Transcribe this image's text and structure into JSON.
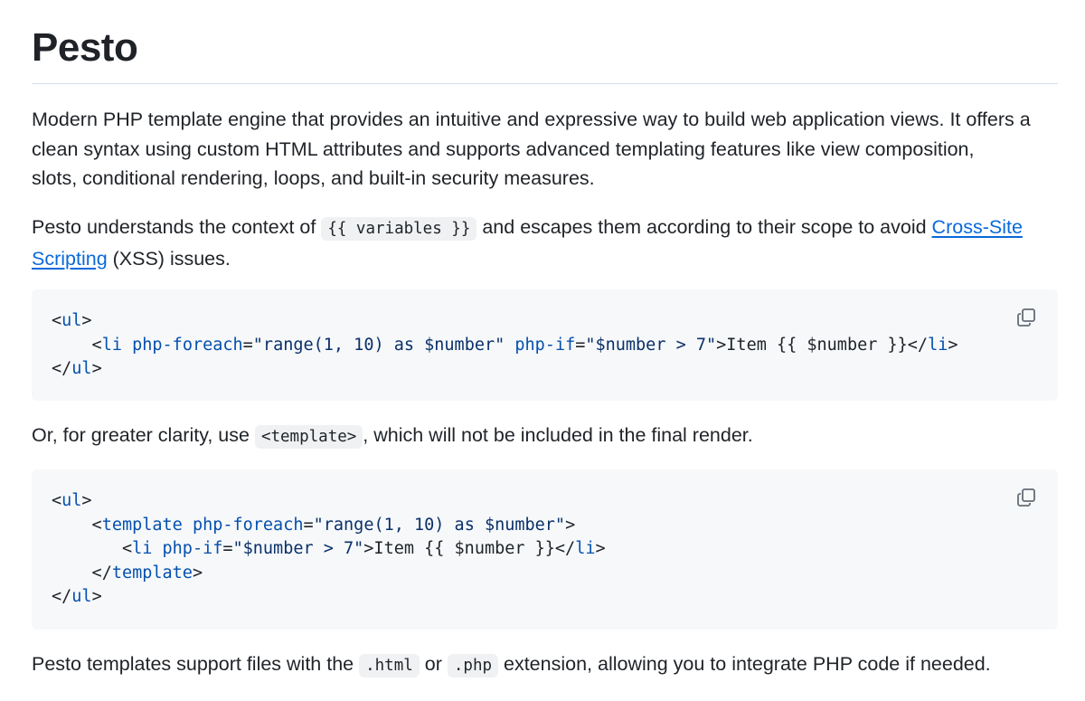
{
  "heading": "Pesto",
  "intro": {
    "line1": "Modern PHP template engine that provides an intuitive and expressive way to build web application views. It offers a",
    "line2": "clean syntax using custom HTML attributes and supports advanced templating features like view composition,",
    "line3": "slots, conditional rendering, loops, and built-in security measures."
  },
  "context": {
    "before": "Pesto understands the context of ",
    "code": "{{ variables }}",
    "middle": " and escapes them according to their scope to avoid ",
    "link_part1": "Cross-Site",
    "link_part2": "Scripting",
    "after": " (XSS) issues."
  },
  "code1": {
    "lines": [
      [
        {
          "t": "<",
          "c": "pun"
        },
        {
          "t": "ul",
          "c": "tag"
        },
        {
          "t": ">",
          "c": "pun"
        }
      ],
      [
        {
          "t": "    <",
          "c": "pun"
        },
        {
          "t": "li",
          "c": "tag"
        },
        {
          "t": " ",
          "c": "pun"
        },
        {
          "t": "php-foreach",
          "c": "attr"
        },
        {
          "t": "=",
          "c": "pun"
        },
        {
          "t": "\"range(1, 10) as $number\"",
          "c": "str"
        },
        {
          "t": " ",
          "c": "pun"
        },
        {
          "t": "php-if",
          "c": "attr"
        },
        {
          "t": "=",
          "c": "pun"
        },
        {
          "t": "\"$number > 7\"",
          "c": "str"
        },
        {
          "t": ">Item {{ $number }}</",
          "c": "pun"
        },
        {
          "t": "li",
          "c": "tag"
        },
        {
          "t": ">",
          "c": "pun"
        }
      ],
      [
        {
          "t": "</",
          "c": "pun"
        },
        {
          "t": "ul",
          "c": "tag"
        },
        {
          "t": ">",
          "c": "pun"
        }
      ]
    ]
  },
  "clarity": {
    "before": "Or, for greater clarity, use ",
    "code": "<template>",
    "after": ", which will not be included in the final render."
  },
  "code2": {
    "lines": [
      [
        {
          "t": "<",
          "c": "pun"
        },
        {
          "t": "ul",
          "c": "tag"
        },
        {
          "t": ">",
          "c": "pun"
        }
      ],
      [
        {
          "t": "    <",
          "c": "pun"
        },
        {
          "t": "template",
          "c": "tag"
        },
        {
          "t": " ",
          "c": "pun"
        },
        {
          "t": "php-foreach",
          "c": "attr"
        },
        {
          "t": "=",
          "c": "pun"
        },
        {
          "t": "\"range(1, 10) as $number\"",
          "c": "str"
        },
        {
          "t": ">",
          "c": "pun"
        }
      ],
      [
        {
          "t": "       <",
          "c": "pun"
        },
        {
          "t": "li",
          "c": "tag"
        },
        {
          "t": " ",
          "c": "pun"
        },
        {
          "t": "php-if",
          "c": "attr"
        },
        {
          "t": "=",
          "c": "pun"
        },
        {
          "t": "\"$number > 7\"",
          "c": "str"
        },
        {
          "t": ">Item {{ $number }}</",
          "c": "pun"
        },
        {
          "t": "li",
          "c": "tag"
        },
        {
          "t": ">",
          "c": "pun"
        }
      ],
      [
        {
          "t": "    </",
          "c": "pun"
        },
        {
          "t": "template",
          "c": "tag"
        },
        {
          "t": ">",
          "c": "pun"
        }
      ],
      [
        {
          "t": "</",
          "c": "pun"
        },
        {
          "t": "ul",
          "c": "tag"
        },
        {
          "t": ">",
          "c": "pun"
        }
      ]
    ]
  },
  "extensions": {
    "before": "Pesto templates support files with the ",
    "code1": ".html",
    "middle": " or ",
    "code2": ".php",
    "after": " extension, allowing you to integrate PHP code if needed."
  },
  "icons": {
    "copy": "copy-icon"
  },
  "colors": {
    "text": "#1f2328",
    "link": "#0969da",
    "code_bg": "#f6f8fa",
    "inline_code_bg": "#eff1f3",
    "syntax_tag": "#0550ae",
    "syntax_string": "#0a3069"
  }
}
